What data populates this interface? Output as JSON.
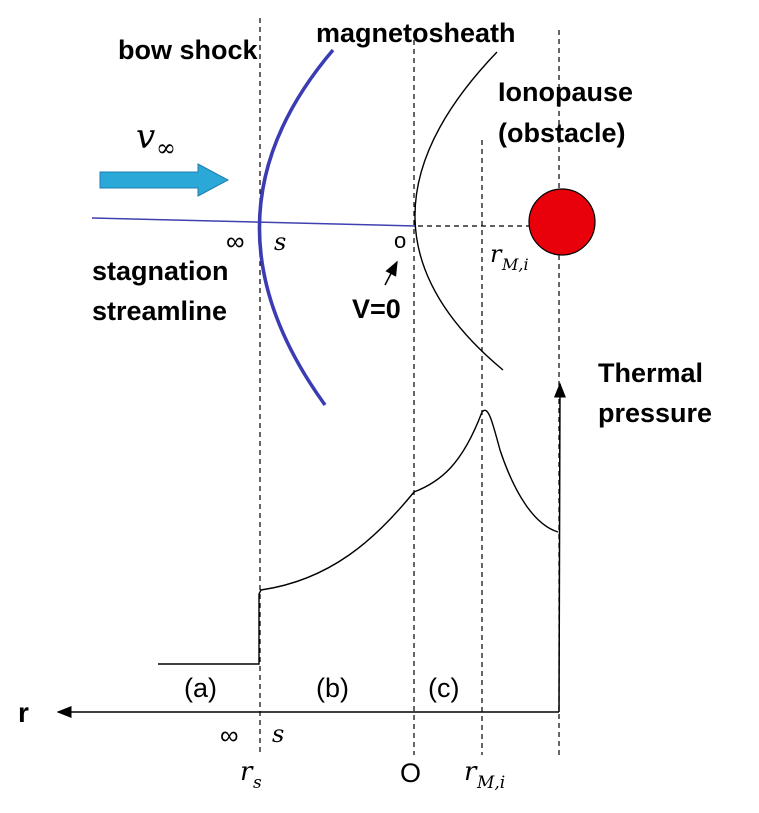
{
  "labels": {
    "bow_shock": "bow shock",
    "magnetosheath": "magnetosheath",
    "ionopause_line1": "Ionopause",
    "ionopause_line2": "(obstacle)",
    "v_inf_symbol": "v",
    "v_inf_sub": "∞",
    "inf_top": "∞",
    "s_top": "s",
    "o_top": "o",
    "r_mi_top_main": "r",
    "r_mi_top_sub": "M,i",
    "stagnation_line1": "stagnation",
    "stagnation_line2": "streamline",
    "v_zero": "V=0",
    "thermal_line1": "Thermal",
    "thermal_line2": "pressure",
    "region_a": "(a)",
    "region_b": "(b)",
    "region_c": "(c)",
    "r_axis": "r",
    "inf_bottom": "∞",
    "s_bottom": "s",
    "rs_main": "r",
    "rs_sub": "s",
    "o_bottom": "O",
    "r_mi_bottom_main": "r",
    "r_mi_bottom_sub": "M,i"
  },
  "colors": {
    "bow_shock": "#3b3bb3",
    "stagnation_line": "#4040b0",
    "flow_arrow": "#2aa8d8",
    "flow_arrow_edge": "#1f7fb0",
    "planet": "#e8000b"
  }
}
